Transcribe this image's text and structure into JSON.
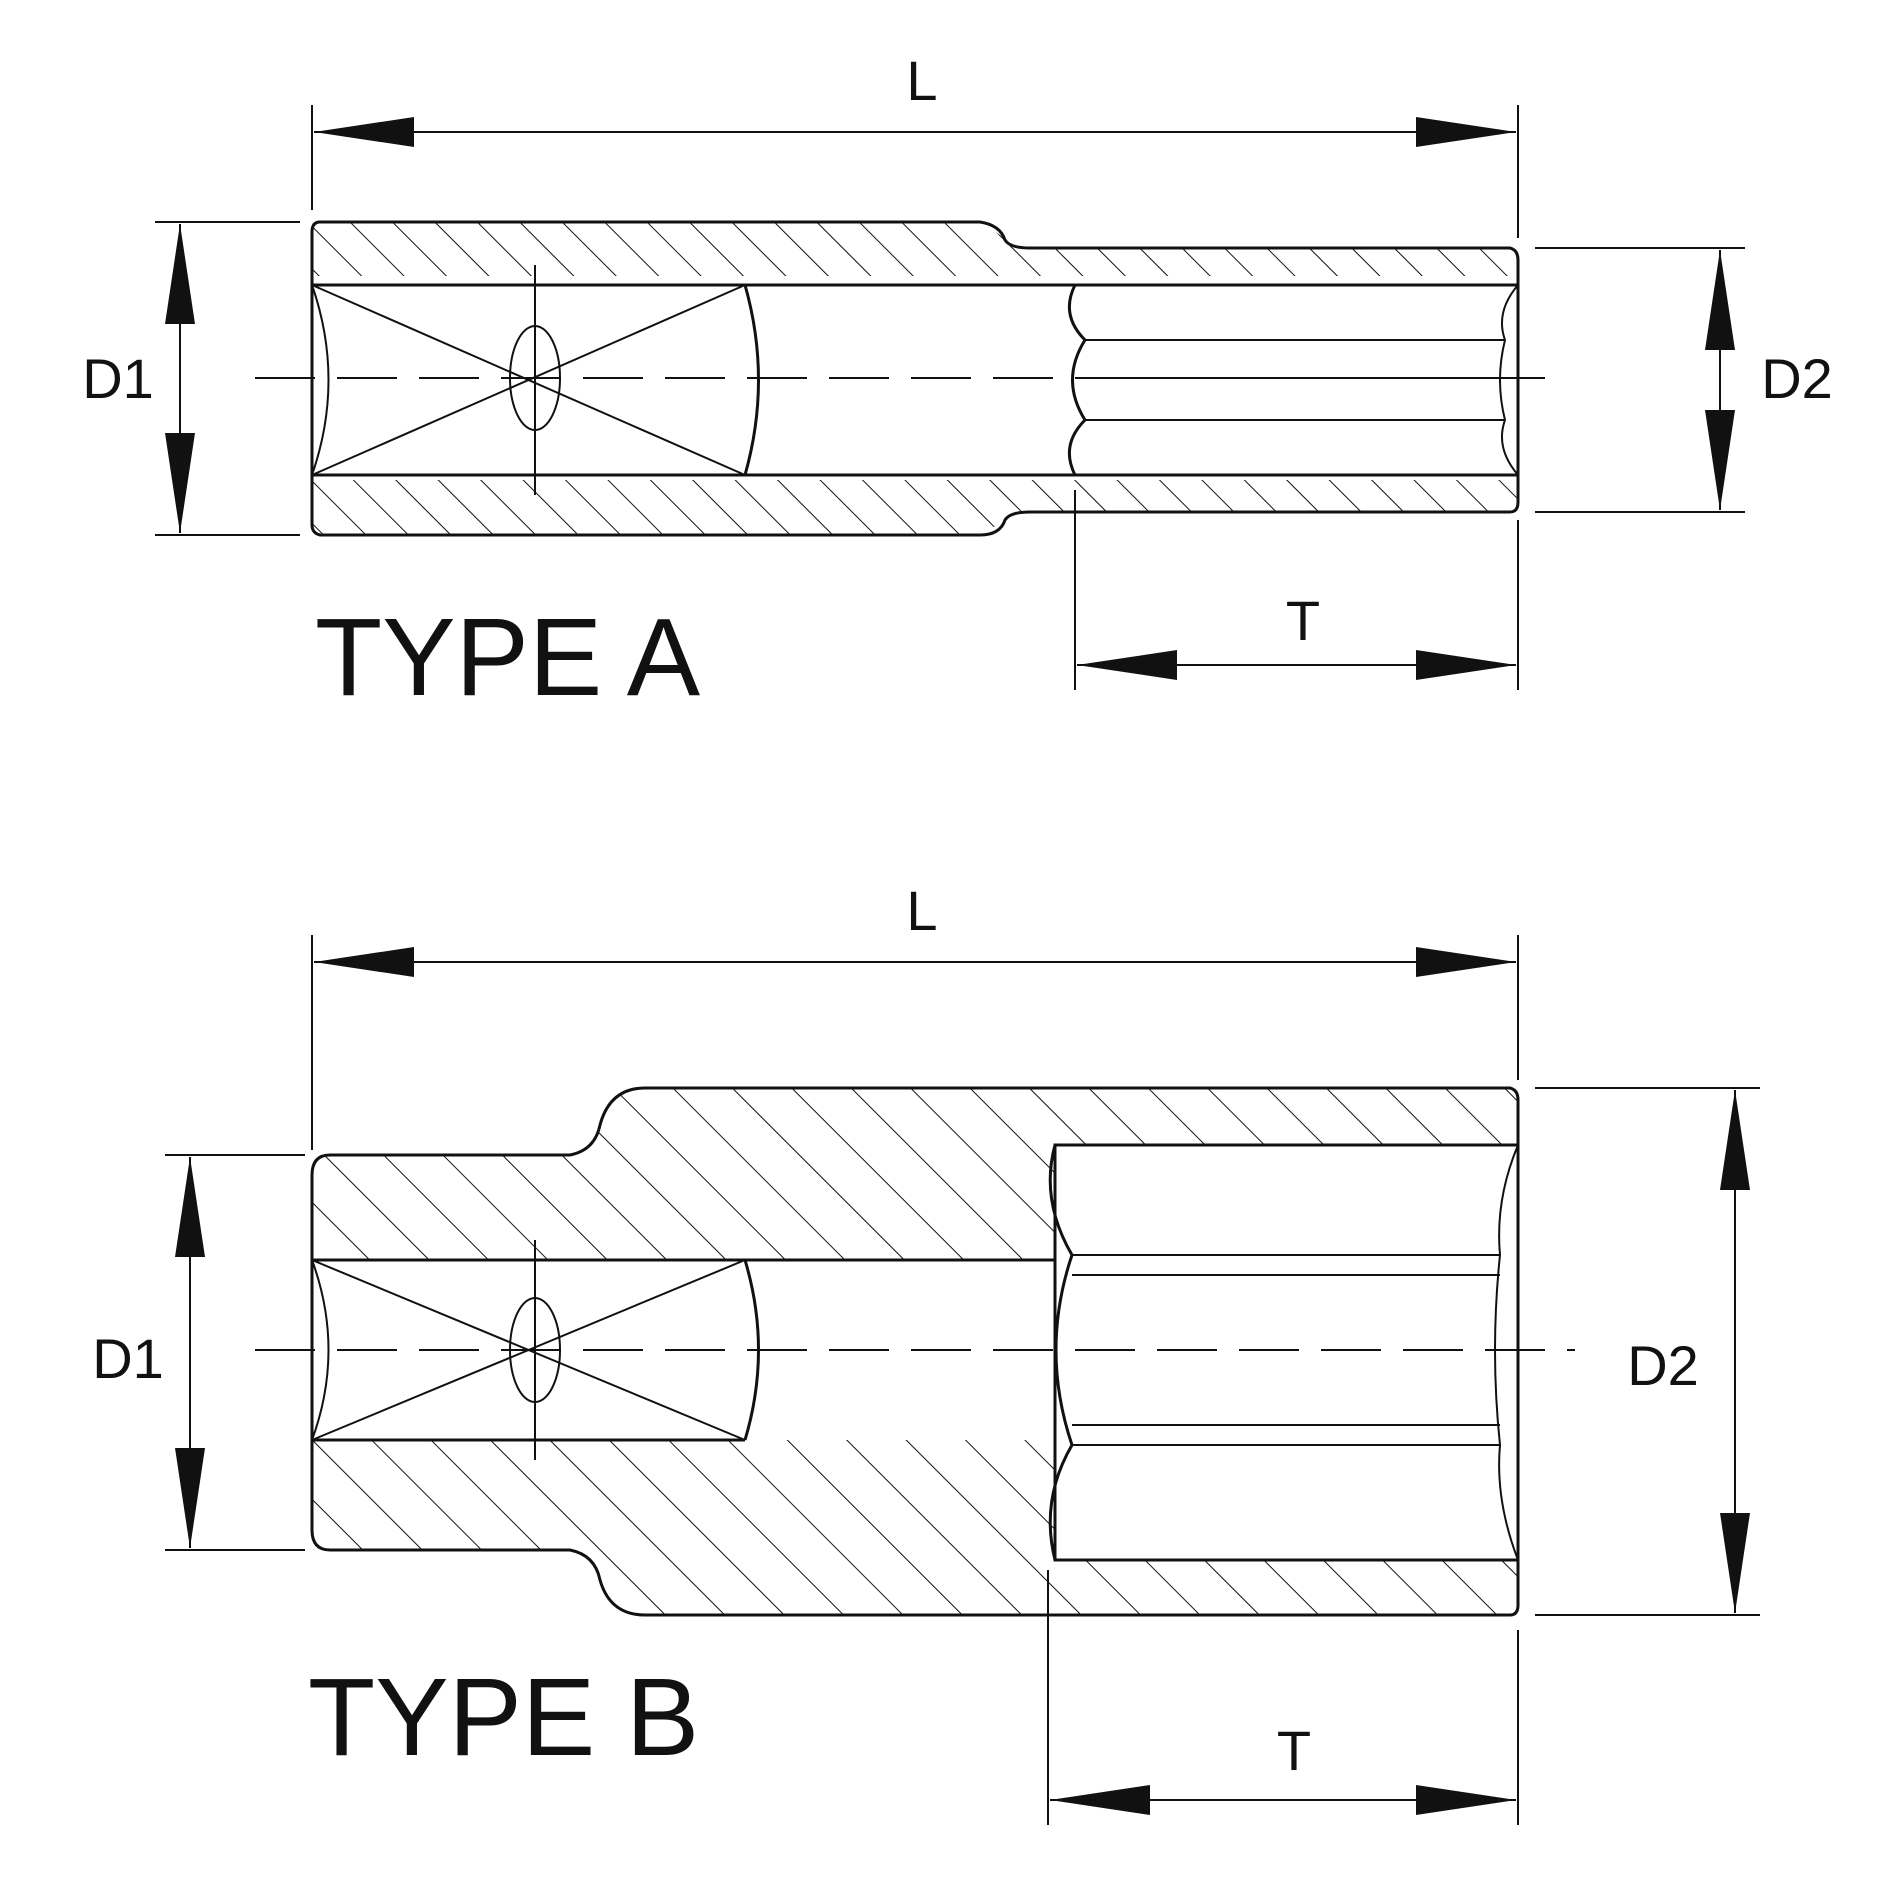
{
  "diagrams": [
    {
      "id": "type-a",
      "title": "TYPE A",
      "dimensions": {
        "length": "L",
        "drive_diameter": "D1",
        "socket_diameter": "D2",
        "socket_depth": "T"
      }
    },
    {
      "id": "type-b",
      "title": "TYPE B",
      "dimensions": {
        "length": "L",
        "drive_diameter": "D1",
        "socket_diameter": "D2",
        "socket_depth": "T"
      }
    }
  ]
}
